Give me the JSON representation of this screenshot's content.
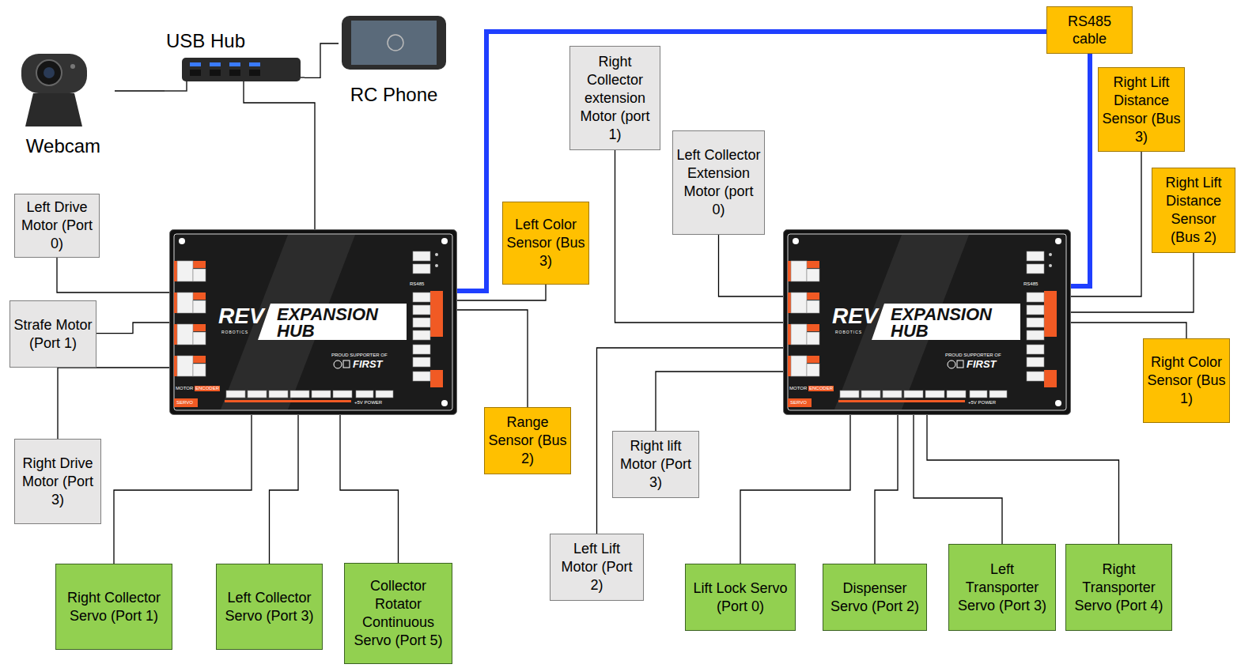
{
  "diagram": {
    "nodes": [
      {
        "text": [
          "Webcam"
        ]
      },
      {
        "text": [
          "USB Hub"
        ]
      },
      {
        "text": [
          "RC Phone"
        ]
      },
      {
        "text": [
          "Left Drive Motor (Port 0)"
        ]
      },
      {
        "text": [
          "REV",
          "ROBOTICS",
          "EXPANSION HUB",
          "PROUD SUPPORTER OF",
          "FIRST",
          "MOTOR",
          "ENCODER",
          "SERVO",
          "+5V POWER",
          "RS485"
        ]
      },
      {
        "text": [
          "Strafe Motor (Port 1)"
        ]
      },
      {
        "text": [
          "Right Drive Motor (Port 3)"
        ]
      },
      {
        "text": [
          "Left Color Sensor (Bus 3)"
        ]
      },
      {
        "text": [
          "Range Sensor (Bus 2)"
        ]
      },
      {
        "text": [
          "Right Collector Servo (Port 1)"
        ]
      },
      {
        "text": [
          "Left Collector Servo (Port 3)"
        ]
      },
      {
        "text": [
          "Collector Rotator Continuous Servo (Port 5)"
        ]
      },
      {
        "text": [
          "Right Collector extension Motor (port 1)"
        ]
      },
      {
        "text": [
          "Left Collector Extension Motor (port 0)"
        ]
      },
      {
        "text": [
          "REV",
          "ROBOTICS",
          "EXPANSION HUB",
          "PROUD SUPPORTER OF",
          "FIRST",
          "MOTOR",
          "ENCODER",
          "SERVO",
          "+5V POWER",
          "RS485"
        ]
      },
      {
        "text": [
          "Right Lift Distance Sensor (Bus 3)"
        ]
      },
      {
        "text": [
          "Right Lift Distance Sensor (Bus 2)"
        ]
      },
      {
        "text": [
          "Right Color Sensor (Bus 1)"
        ]
      },
      {
        "text": [
          "Right lift Motor (Port 3)"
        ]
      },
      {
        "text": [
          "Left Lift Motor (Port 2)"
        ]
      },
      {
        "text": [
          "Lift Lock Servo (Port 0)"
        ]
      },
      {
        "text": [
          "Dispenser Servo (Port 2)"
        ]
      },
      {
        "text": [
          "Left Transporter Servo (Port 3)"
        ]
      },
      {
        "text": [
          "Right Transporter Servo (Port 4)"
        ]
      }
    ],
    "edges": [
      {
        "from": 0,
        "to": 1,
        "arrow": "none"
      },
      {
        "from": 1,
        "to": 2,
        "arrow": "none"
      },
      {
        "from": 1,
        "to": 4,
        "arrow": "none"
      },
      {
        "from": 3,
        "to": 4,
        "arrow": "none"
      },
      {
        "from": 5,
        "to": 4,
        "arrow": "none"
      },
      {
        "from": 6,
        "to": 4,
        "arrow": "none"
      },
      {
        "from": 7,
        "to": 4,
        "arrow": "none"
      },
      {
        "from": 8,
        "to": 4,
        "arrow": "none"
      },
      {
        "from": 9,
        "to": 4,
        "arrow": "none"
      },
      {
        "from": 10,
        "to": 4,
        "arrow": "none"
      },
      {
        "from": 11,
        "to": 4,
        "arrow": "none"
      },
      {
        "from": 4,
        "to": 14,
        "label": "RS485 cable",
        "arrow": "none"
      },
      {
        "from": 12,
        "to": 14,
        "arrow": "none"
      },
      {
        "from": 13,
        "to": 14,
        "arrow": "none"
      },
      {
        "from": 15,
        "to": 14,
        "arrow": "none"
      },
      {
        "from": 16,
        "to": 14,
        "arrow": "none"
      },
      {
        "from": 17,
        "to": 14,
        "arrow": "none"
      },
      {
        "from": 18,
        "to": 14,
        "arrow": "none"
      },
      {
        "from": 19,
        "to": 14,
        "arrow": "none"
      },
      {
        "from": 20,
        "to": 14,
        "arrow": "none"
      },
      {
        "from": 21,
        "to": 14,
        "arrow": "none"
      },
      {
        "from": 22,
        "to": 14,
        "arrow": "none"
      },
      {
        "from": 23,
        "to": 14,
        "arrow": "none"
      }
    ]
  }
}
